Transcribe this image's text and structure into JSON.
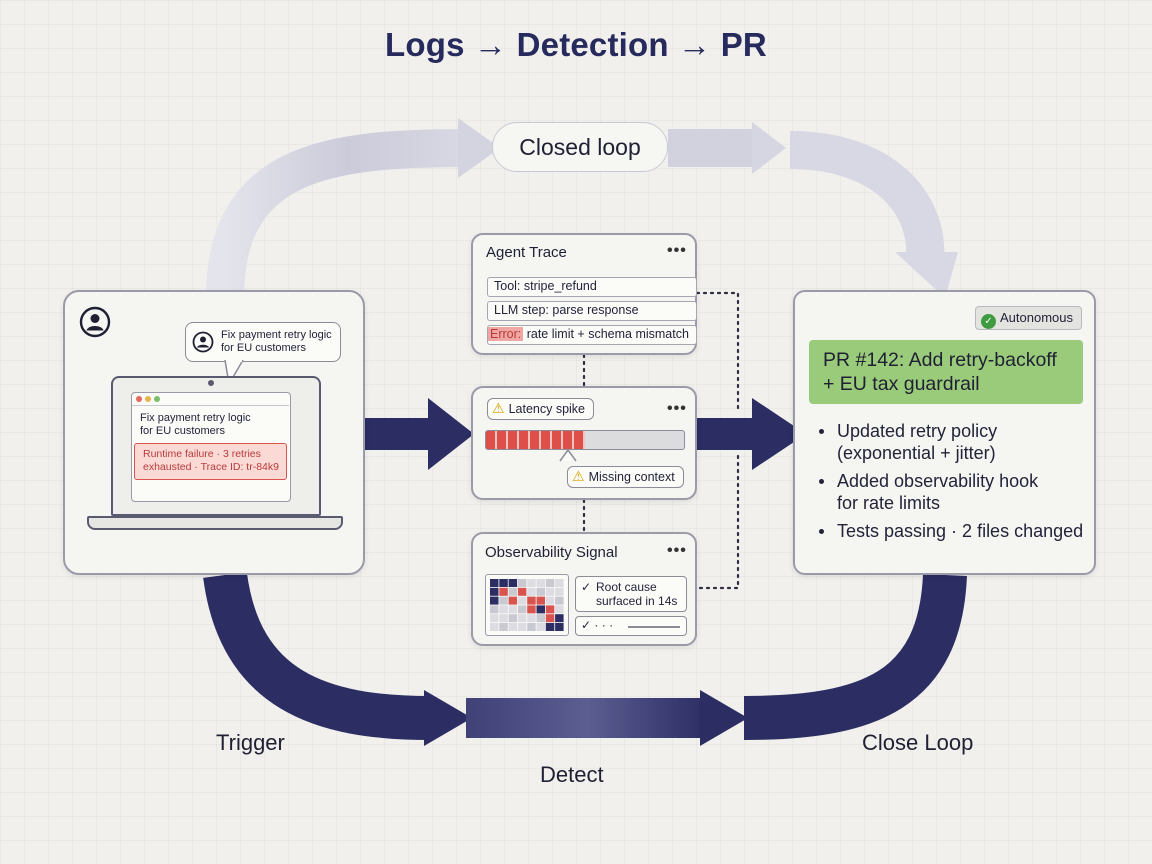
{
  "title": "Logs → Detection → PR",
  "loop_label": "Closed loop",
  "user_panel": {
    "bubble_line1": "Fix payment retry logic",
    "bubble_line2": "for EU customers",
    "screen_line1": "Fix payment retry logic",
    "screen_line2": "for EU customers",
    "error_line1": "Runtime failure · 3 retries",
    "error_line2": "exhausted · Trace ID: tr-84k9"
  },
  "agent_trace": {
    "title": "Agent Trace",
    "menu": "•••",
    "rows": [
      {
        "text": "Tool: stripe_refund"
      },
      {
        "text": "LLM step: parse response"
      },
      {
        "tag": "Error:",
        "text": " rate limit + schema mismatch"
      }
    ]
  },
  "latency": {
    "menu": "•••",
    "spike_label": "Latency spike",
    "missing_label": "Missing context",
    "bar_fill": 0.5
  },
  "observability": {
    "title": "Observability Signal",
    "menu": "•••",
    "root_cause_line1": "Root cause",
    "root_cause_line2": "surfaced in 14s",
    "check_text": "· · ·"
  },
  "pr_panel": {
    "badge": "Autonomous",
    "title_line1": "PR #142: Add retry-backoff",
    "title_line2": "+ EU tax guardrail",
    "bullets": [
      {
        "line1": "Updated retry policy",
        "line2": "(exponential + jitter)"
      },
      {
        "line1": "Added observability hook",
        "line2": "for rate limits"
      },
      {
        "line1": "Tests passing · 2 files changed",
        "line2": ""
      }
    ]
  },
  "stages": {
    "trigger": "Trigger",
    "detect": "Detect",
    "close": "Close Loop"
  },
  "colors": {
    "navy": "#2b2d63",
    "loop_arrow": "#d2d2df",
    "accent_green": "#9acb7a",
    "error_red": "#d9534f"
  }
}
